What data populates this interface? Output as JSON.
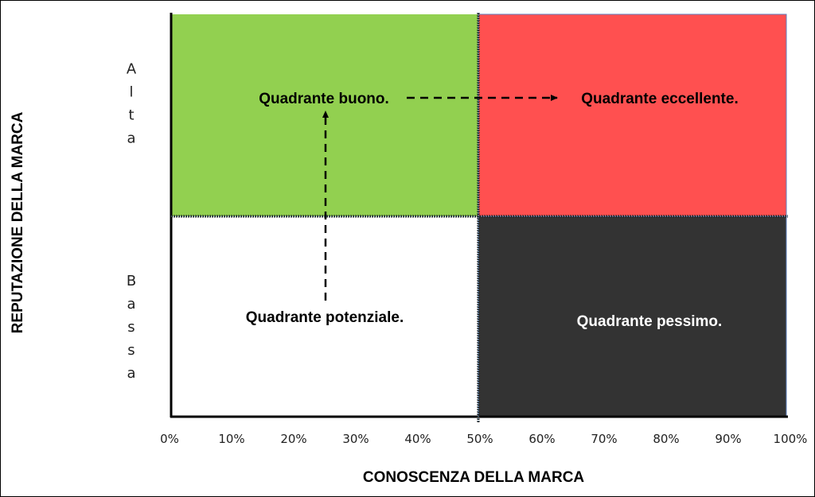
{
  "chart_data": {
    "type": "quadrant",
    "x_axis": {
      "label": "CONOSCENZA DELLA MARCA",
      "ticks": [
        "0%",
        "10%",
        "20%",
        "30%",
        "40%",
        "50%",
        "60%",
        "70%",
        "80%",
        "90%",
        "100%"
      ],
      "range": [
        0,
        100
      ],
      "divider": 50
    },
    "y_axis": {
      "label": "REPUTAZIONE DELLA MARCA",
      "levels": [
        {
          "name": "high",
          "text": "Alta"
        },
        {
          "name": "low",
          "text": "Bassa"
        }
      ]
    },
    "quadrants": [
      {
        "id": "top-left",
        "label": "Quadrante buono.",
        "fill": "#92d050",
        "text_color": "#000000"
      },
      {
        "id": "top-right",
        "label": "Quadrante eccellente.",
        "fill": "#ff5050",
        "text_color": "#000000"
      },
      {
        "id": "bottom-left",
        "label": "Quadrante potenziale.",
        "fill": "#ffffff",
        "text_color": "#000000"
      },
      {
        "id": "bottom-right",
        "label": "Quadrante pessimo.",
        "fill": "#333333",
        "text_color": "#ffffff"
      }
    ],
    "arrows": [
      {
        "from": "Quadrante potenziale.",
        "to": "Quadrante buono.",
        "style": "dashed"
      },
      {
        "from": "Quadrante buono.",
        "to": "Quadrante eccellente.",
        "style": "dashed"
      }
    ]
  }
}
